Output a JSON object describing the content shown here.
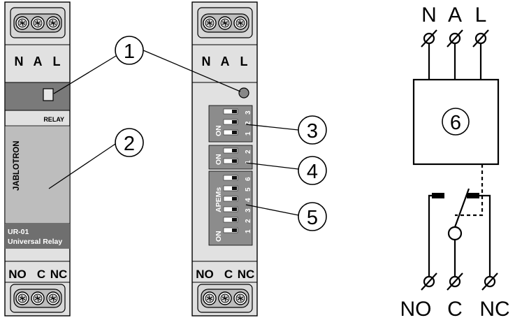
{
  "device_front": {
    "top_terminal_labels": [
      "N",
      "A",
      "L"
    ],
    "relay_label": "RELAY",
    "brand": "JABLOTRON",
    "model_line1": "UR-01",
    "model_line2": "Universal Relay",
    "bottom_terminal_labels": [
      "NO",
      "C",
      "NC"
    ]
  },
  "device_back": {
    "top_terminal_labels": [
      "N",
      "A",
      "L"
    ],
    "dip_group_a": {
      "on": "ON",
      "numbers": [
        "1",
        "2",
        "3"
      ]
    },
    "dip_group_b": {
      "on": "ON",
      "numbers": [
        "1",
        "2"
      ]
    },
    "dip_group_c": {
      "on": "ON",
      "title": "APEMs",
      "numbers": [
        "1",
        "2",
        "3",
        "4",
        "5",
        "6"
      ]
    },
    "bottom_terminal_labels": [
      "NO",
      "C",
      "NC"
    ]
  },
  "callouts": [
    "1",
    "2",
    "3",
    "4",
    "5"
  ],
  "schematic": {
    "top_labels": [
      "N",
      "A",
      "L"
    ],
    "box_label": "6",
    "bottom_labels": [
      "NO",
      "C",
      "NC"
    ]
  },
  "colors": {
    "housing": "#e1e1e1",
    "window": "#7a7a7a",
    "front_panel": "#bdbdbd",
    "model_band": "#6f6f6f",
    "dip_panel": "#8c8c8c"
  }
}
